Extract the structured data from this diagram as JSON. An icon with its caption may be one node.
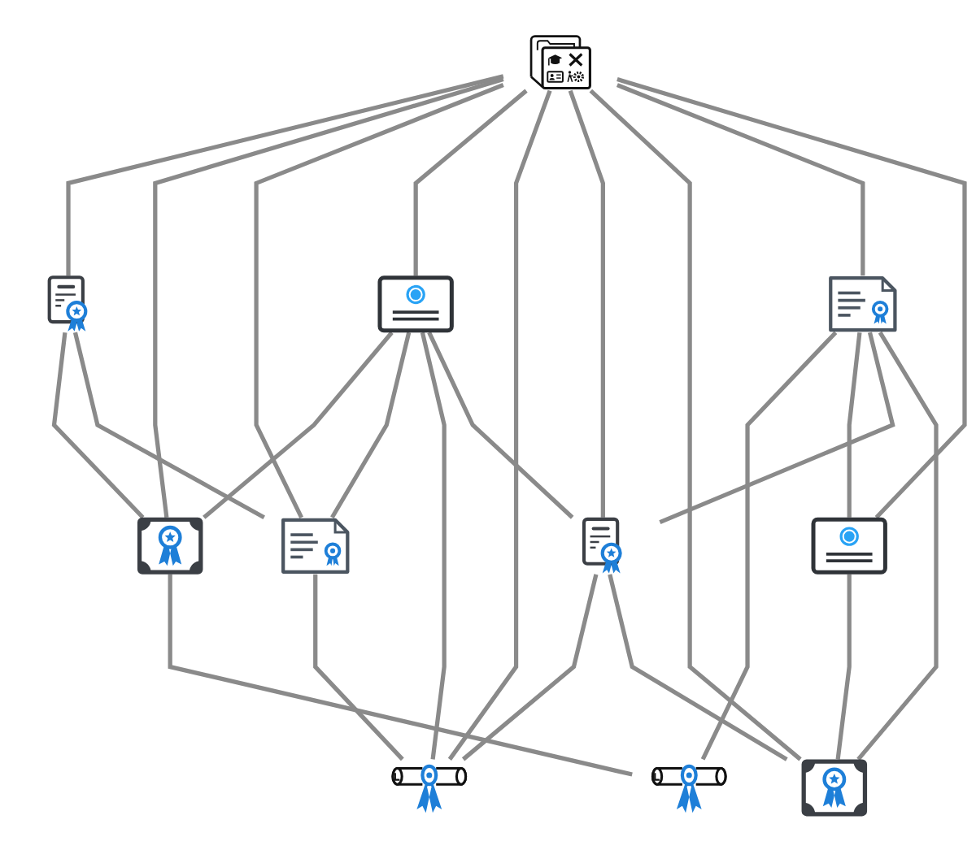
{
  "diagram": {
    "nodes": [
      {
        "text": [],
        "shape": "picture"
      },
      {
        "text": [],
        "shape": "picture"
      },
      {
        "text": [],
        "shape": "picture"
      },
      {
        "text": [],
        "shape": "picture"
      },
      {
        "text": [],
        "shape": "picture"
      },
      {
        "text": [],
        "shape": "picture"
      },
      {
        "text": [],
        "shape": "picture"
      },
      {
        "text": [],
        "shape": "picture"
      },
      {
        "text": [],
        "shape": "picture"
      },
      {
        "text": [],
        "shape": "picture"
      },
      {
        "text": [],
        "shape": "picture"
      }
    ],
    "edges": [
      {
        "from": 0,
        "to": 3,
        "arrow": "none"
      },
      {
        "from": 0,
        "to": 1,
        "arrow": "none"
      },
      {
        "from": 0,
        "to": 8,
        "arrow": "none"
      },
      {
        "from": 0,
        "to": 6,
        "arrow": "none"
      },
      {
        "from": 0,
        "to": 10,
        "arrow": "none"
      },
      {
        "from": 0,
        "to": 7,
        "arrow": "none"
      },
      {
        "from": 0,
        "to": 9,
        "arrow": "none"
      },
      {
        "from": 0,
        "to": 4,
        "arrow": "none"
      },
      {
        "from": 0,
        "to": 5,
        "arrow": "none"
      },
      {
        "from": 3,
        "to": 1,
        "arrow": "none"
      },
      {
        "from": 3,
        "to": 8,
        "arrow": "none"
      },
      {
        "from": 1,
        "to": 2,
        "arrow": "none"
      },
      {
        "from": 6,
        "to": 1,
        "arrow": "none"
      },
      {
        "from": 6,
        "to": 8,
        "arrow": "none"
      },
      {
        "from": 6,
        "to": 10,
        "arrow": "none"
      },
      {
        "from": 6,
        "to": 7,
        "arrow": "none"
      },
      {
        "from": 8,
        "to": 10,
        "arrow": "none"
      },
      {
        "from": 7,
        "to": 10,
        "arrow": "none"
      },
      {
        "from": 4,
        "to": 2,
        "arrow": "none"
      },
      {
        "from": 4,
        "to": 5,
        "arrow": "none"
      },
      {
        "from": 4,
        "to": 7,
        "arrow": "none"
      },
      {
        "from": 4,
        "to": 9,
        "arrow": "none"
      },
      {
        "from": 5,
        "to": 9,
        "arrow": "none"
      },
      {
        "from": 7,
        "to": 9,
        "arrow": "none"
      }
    ]
  }
}
